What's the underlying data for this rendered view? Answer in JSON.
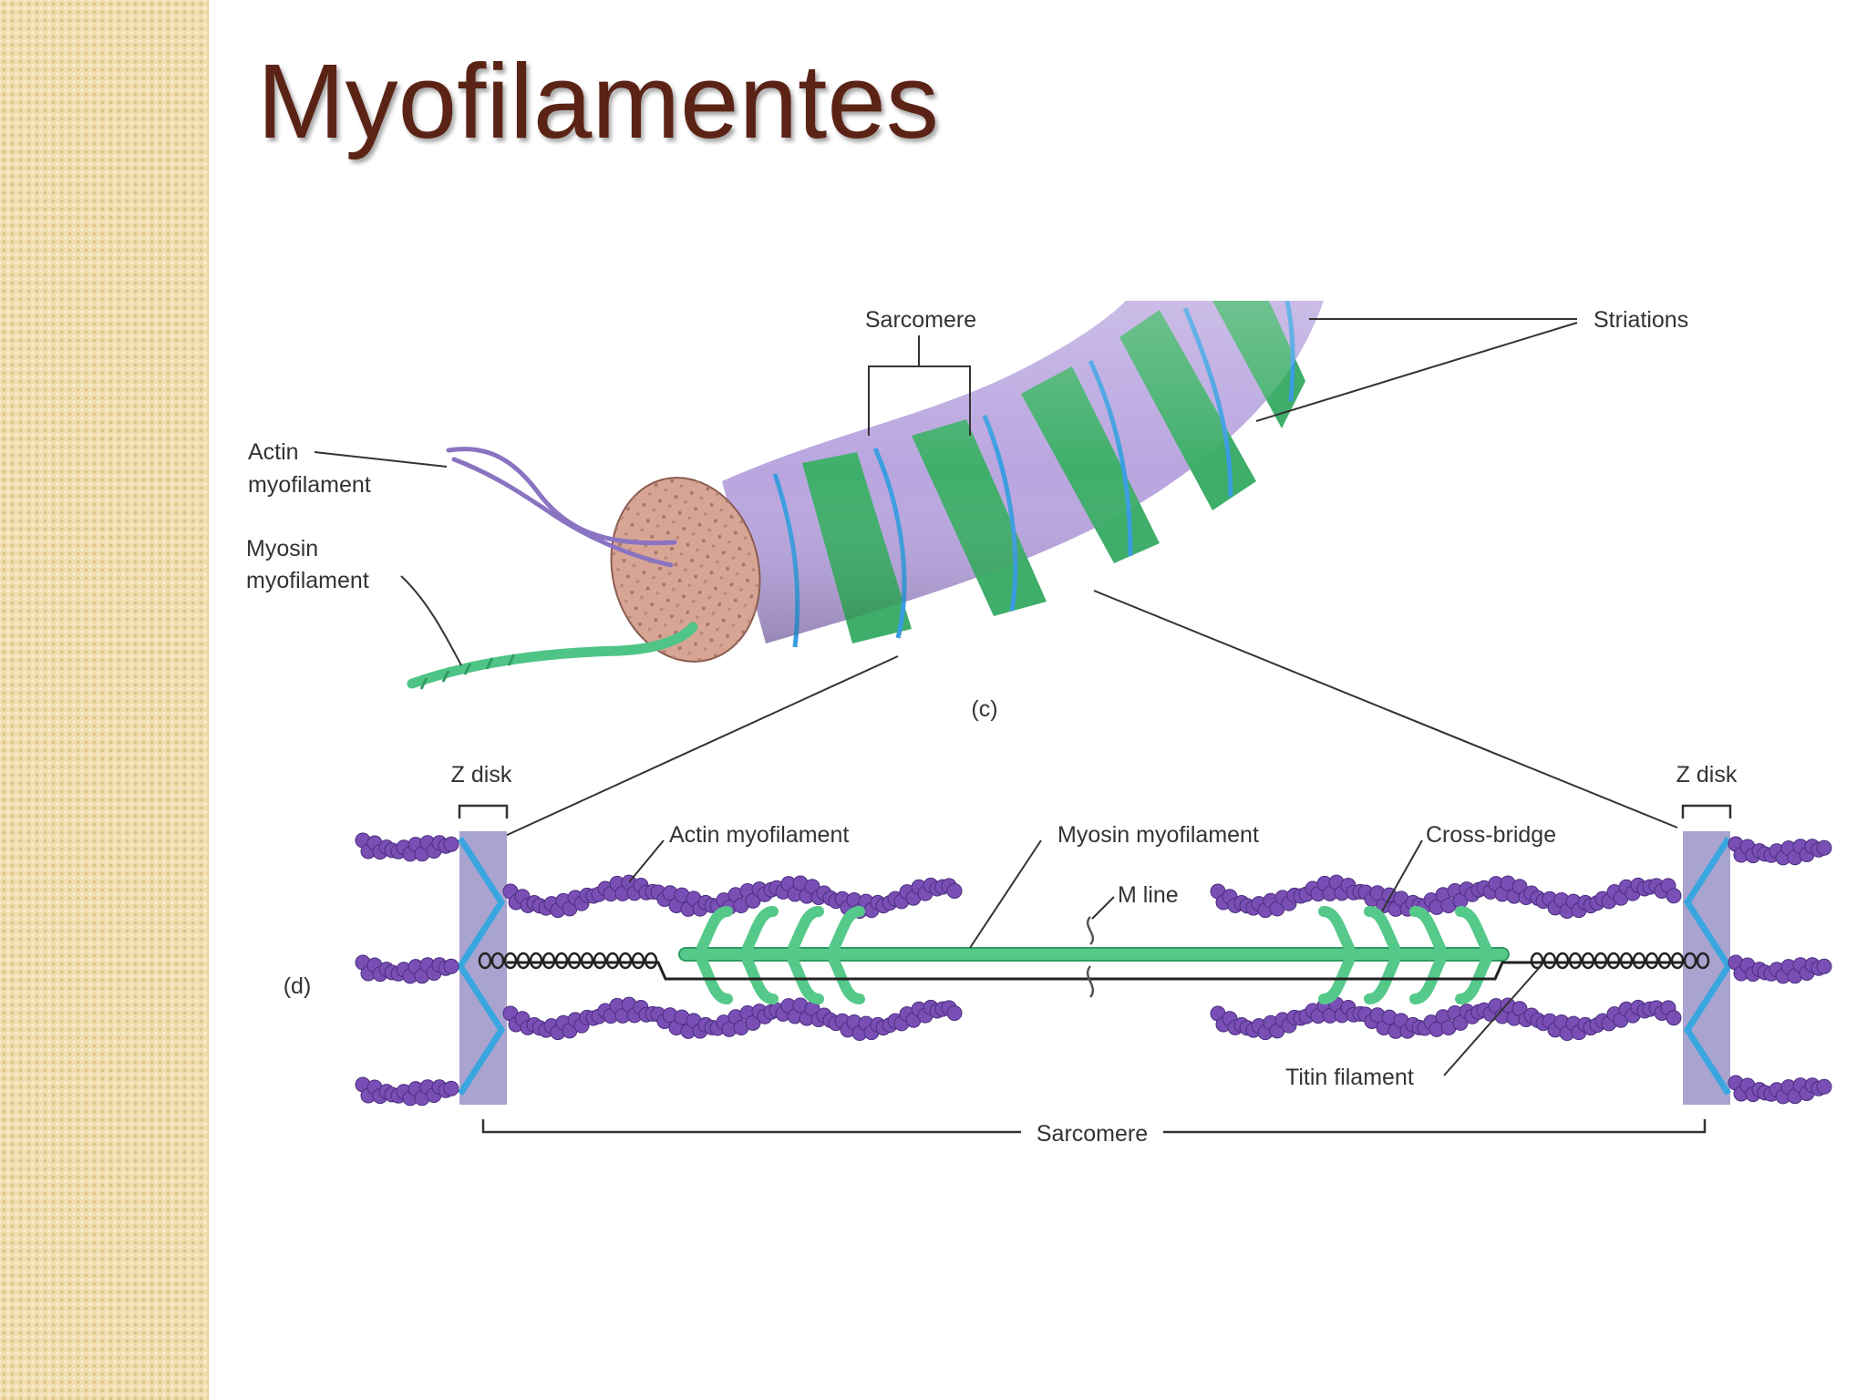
{
  "slide": {
    "title": "Myofilamentes"
  },
  "figure": {
    "panel_c": {
      "panel_label": "(c)",
      "labels": {
        "sarcomere": "Sarcomere",
        "striations": "Striations",
        "actin": [
          "Actin",
          "myofilament"
        ],
        "myosin": [
          "Myosin",
          "myofilament"
        ]
      }
    },
    "panel_d": {
      "panel_label": "(d)",
      "labels": {
        "z_disk_left": "Z disk",
        "z_disk_right": "Z disk",
        "actin_myofilament": "Actin myofilament",
        "myosin_myofilament": "Myosin myofilament",
        "cross_bridge": "Cross-bridge",
        "m_line": "M line",
        "titin_filament": "Titin filament",
        "sarcomere": "Sarcomere"
      }
    },
    "colors": {
      "title": "#5b2315",
      "actin": "#7a4fb5",
      "myosin": "#55c98a",
      "z_disk": "#a9a3cf",
      "z_line": "#3aa6e0",
      "fiber_band_light": "#b9a6df",
      "fiber_band_dark": "#3fae6a",
      "fiber_end": "#d8a595"
    }
  }
}
